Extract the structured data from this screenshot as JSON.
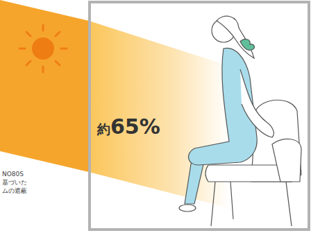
{
  "diagram": {
    "labels": [
      "約65%",
      "NO80S",
      "基づいた",
      "ムの遮蔽"
    ]
  }
}
